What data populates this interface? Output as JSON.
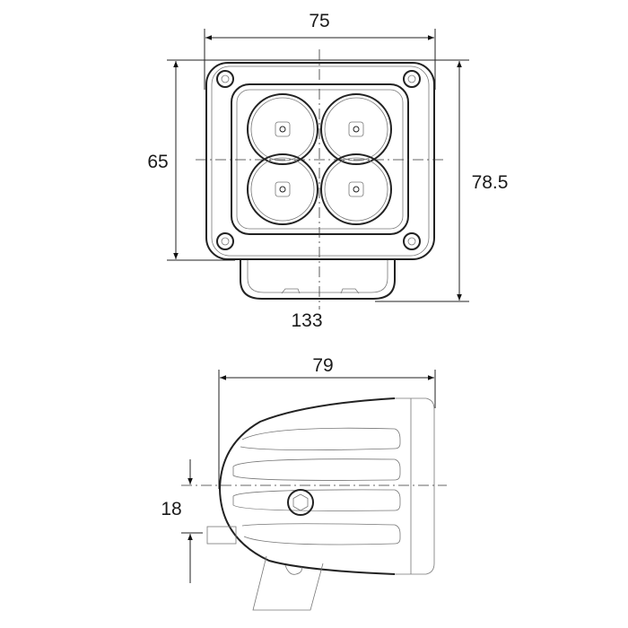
{
  "front_view": {
    "width_dim": "75",
    "height_dim": "65",
    "total_height_dim": "78.5",
    "bracket_dim": "133"
  },
  "side_view": {
    "depth_dim": "79",
    "offset_dim": "18"
  }
}
